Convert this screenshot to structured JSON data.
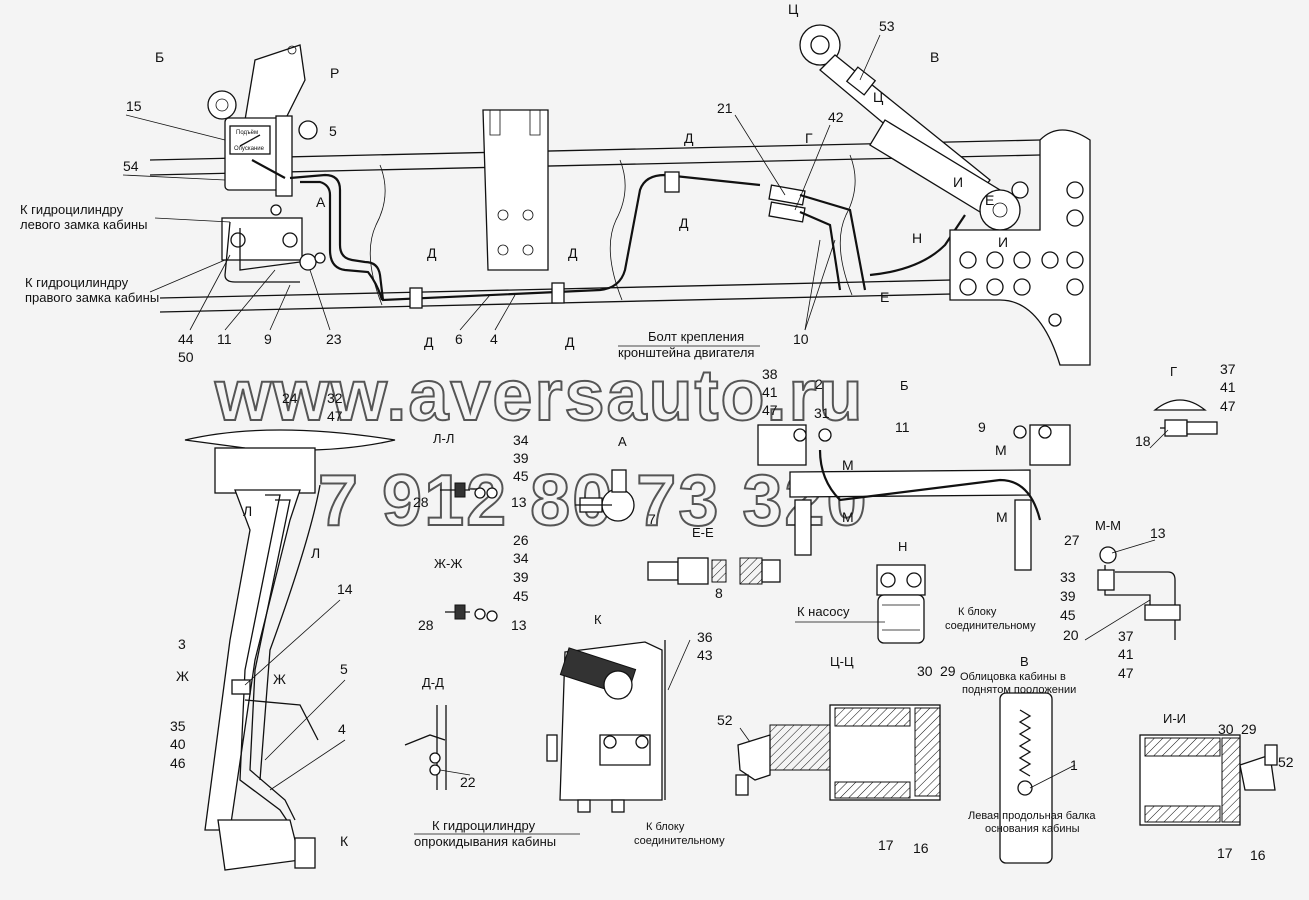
{
  "watermark": {
    "url": "www.aversauto.ru",
    "phone": "7 912 80 73 320"
  },
  "section_labels": {
    "b": "Б",
    "v": "В",
    "p": "Р",
    "ts": "Ц",
    "a": "А",
    "d": "Д",
    "g": "Г",
    "e": "Е",
    "i": "И",
    "n": "Н",
    "l": "Л",
    "zh": "Ж",
    "k": "К",
    "m": "М"
  },
  "view_titles": {
    "ll": "Л-Л",
    "a": "А",
    "ee": "Е-Е",
    "zhzh": "Ж-Ж",
    "n": "Н",
    "k": "К",
    "dd": "Д-Д",
    "tsts": "Ц-Ц",
    "ii": "И-И",
    "mm": "М-М",
    "g": "Г",
    "b": "Б",
    "v": "В"
  },
  "annotations": {
    "left_lock": [
      "К гидроцилиндру",
      "левого замка кабины"
    ],
    "right_lock": [
      "К гидроцилиндру",
      "правого замка кабины"
    ],
    "engine_bolt": [
      "Болт крепления",
      "кронштейна двигателя"
    ],
    "to_pump": "К насосу",
    "to_block_n": [
      "К блоку",
      "соединительному"
    ],
    "tilt_cyl": [
      "К гидроцилиндру",
      "опрокидывания кабины"
    ],
    "to_block_k": [
      "К блоку",
      "соединительному"
    ],
    "raised": [
      "Облицовка кабины в",
      "поднятом пооложении"
    ],
    "beam": [
      "Левая продольная балка",
      "основания кабины"
    ],
    "gauge_top": "Подъём",
    "gauge_bottom": "Опускание"
  },
  "parts": {
    "p15": "15",
    "p54": "54",
    "p5a": "5",
    "p44": "44",
    "p50": "50",
    "p11a": "11",
    "p9a": "9",
    "p23": "23",
    "p6": "6",
    "p4a": "4",
    "p21": "21",
    "p42": "42",
    "p53": "53",
    "p10": "10",
    "p38": "38",
    "p41a": "41",
    "p47a": "47",
    "p2": "2",
    "p31": "31",
    "p11b": "11",
    "p9b": "9",
    "p37a": "37",
    "p41b": "41",
    "p47b": "47",
    "p18": "18",
    "p24": "24",
    "p32": "32",
    "p47c": "47",
    "p34a": "34",
    "p39a": "39",
    "p45a": "45",
    "p28a": "28",
    "p13a": "13",
    "p7": "7",
    "p8": "8",
    "p26": "26",
    "p34b": "34",
    "p39b": "39",
    "p45b": "45",
    "p28b": "28",
    "p13b": "13",
    "p27": "27",
    "p13c": "13",
    "p33": "33",
    "p39c": "39",
    "p45c": "45",
    "p20": "20",
    "p37b": "37",
    "p41c": "41",
    "p47d": "47",
    "p14": "14",
    "p3": "3",
    "p35": "35",
    "p40": "40",
    "p46": "46",
    "p5b": "5",
    "p4b": "4",
    "p22": "22",
    "p36": "36",
    "p43": "43",
    "p52a": "52",
    "p30a": "30",
    "p29a": "29",
    "p17a": "17",
    "p16a": "16",
    "p1": "1",
    "p30b": "30",
    "p29b": "29",
    "p52b": "52",
    "p17b": "17",
    "p16b": "16"
  }
}
